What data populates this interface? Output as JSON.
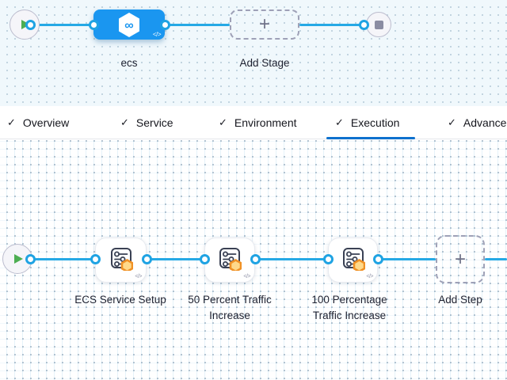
{
  "stage_canvas": {
    "stage_label": "ecs",
    "stage_icon": "harness-pipeline-hexagon-infinity",
    "code_glyph": "</>",
    "add_stage_label": "Add Stage",
    "plus_glyph": "+"
  },
  "tabs": {
    "check_glyph": "✓",
    "items": [
      {
        "label": "Overview",
        "checked": true,
        "active": false
      },
      {
        "label": "Service",
        "checked": true,
        "active": false
      },
      {
        "label": "Environment",
        "checked": true,
        "active": false
      },
      {
        "label": "Execution",
        "checked": true,
        "active": true
      },
      {
        "label": "Advanced",
        "checked": true,
        "active": false
      }
    ]
  },
  "execution_canvas": {
    "steps": [
      {
        "label": "ECS Service Setup",
        "icon": "sliders-settings-with-aws-badge"
      },
      {
        "label": "50 Percent Traffic Increase",
        "icon": "sliders-settings-with-aws-badge"
      },
      {
        "label": "100 Percentage Traffic Increase",
        "icon": "sliders-settings-with-aws-badge"
      }
    ],
    "code_glyph": "</>",
    "add_step_label": "Add Step",
    "plus_glyph": "+"
  },
  "colors": {
    "connector": "#26A9E5",
    "stage_node_blue": "#1A96F0",
    "active_tab_underline": "#0E71CE",
    "play_green": "#4DAE52",
    "step_badge_orange": "#F09125"
  }
}
